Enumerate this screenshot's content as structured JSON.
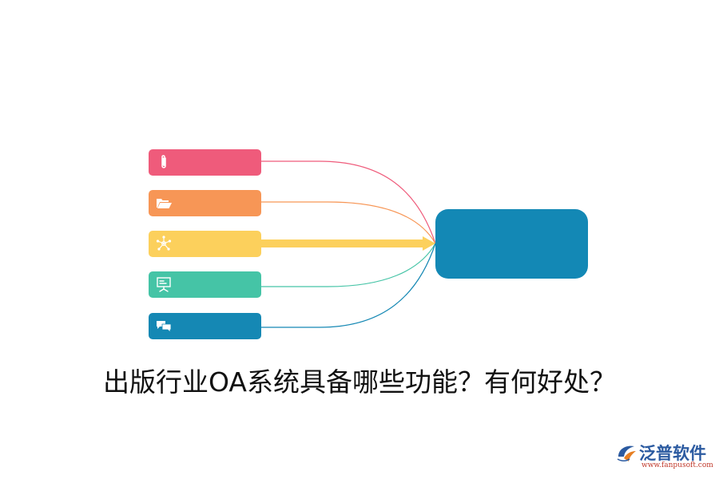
{
  "caption": "出版行业OA系统具备哪些功能？有何好处？",
  "nodes": [
    {
      "icon": "paperclip-icon",
      "color": "#ef5b7b"
    },
    {
      "icon": "folder-open-icon",
      "color": "#f79656"
    },
    {
      "icon": "network-icon",
      "color": "#fcd05c"
    },
    {
      "icon": "presentation-board-icon",
      "color": "#45c4a6"
    },
    {
      "icon": "chat-bubbles-icon",
      "color": "#1588b4"
    }
  ],
  "hub": {
    "color": "#1388b5"
  },
  "logo": {
    "brand": "泛普软件",
    "url": "www.fanpusoft.com",
    "icon": "fanpu-logo-icon"
  }
}
